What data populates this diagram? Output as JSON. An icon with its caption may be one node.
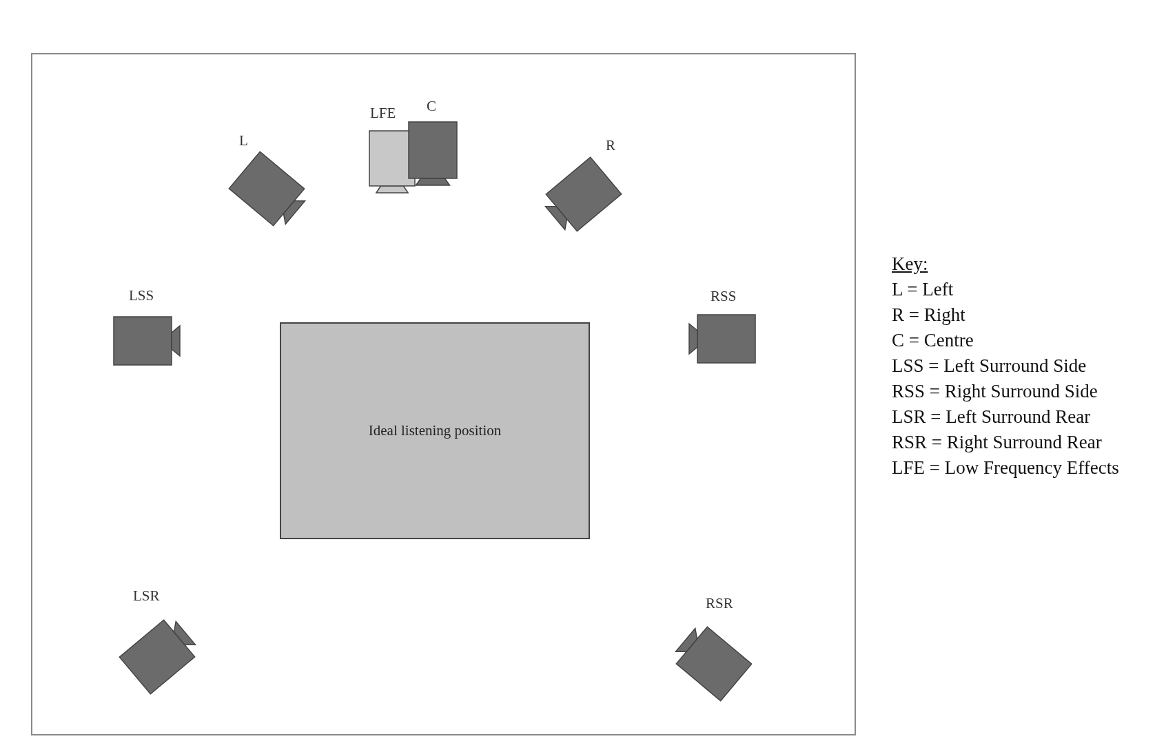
{
  "diagram": {
    "nodes": [
      {
        "text": [],
        "shape": "box"
      },
      {
        "text": [
          "L"
        ],
        "in": 0
      },
      {
        "text": [
          "LFE"
        ],
        "in": 0
      },
      {
        "text": [
          "C"
        ],
        "in": 0
      },
      {
        "text": [
          "R"
        ],
        "in": 0
      },
      {
        "text": [
          "LSS"
        ],
        "in": 0
      },
      {
        "text": [
          "Ideal listening position"
        ],
        "in": 0
      },
      {
        "text": [
          "RSS"
        ],
        "in": 0
      },
      {
        "text": [
          "LSR"
        ],
        "in": 0
      },
      {
        "text": [
          "RSR"
        ],
        "in": 0
      }
    ],
    "labels": [
      "Key:",
      "L = Left",
      "R = Right",
      "C = Centre",
      "LSS = Left Surround Side",
      "RSS = Right Surround Side",
      "LSR = Left Surround Rear",
      "RSR = Right Surround Rear",
      "LFE = Low Frequency Effects"
    ]
  }
}
